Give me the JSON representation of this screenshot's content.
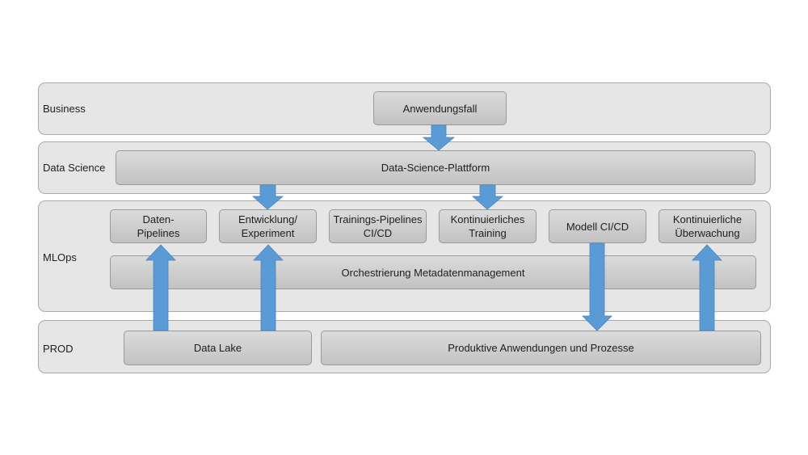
{
  "bands": {
    "business": "Business",
    "data_science": "Data Science",
    "mlops": "MLOps",
    "prod": "PROD"
  },
  "boxes": {
    "anwendungsfall": "Anwendungsfall",
    "ds_plattform": "Data-Science-Plattform",
    "daten_pipelines": "Daten-\nPipelines",
    "entwicklung": "Entwicklung/\nExperiment",
    "training_pipelines": "Trainings-Pipelines\nCI/CD",
    "kont_training": "Kontinuierliches\nTraining",
    "modell_cicd": "Modell CI/CD",
    "kont_ueberwachung": "Kontinuierliche\nÜberwachung",
    "orchestrierung": "Orchestrierung Metadatenmanagement",
    "data_lake": "Data Lake",
    "produktive": "Produktive Anwendungen und Prozesse"
  },
  "colors": {
    "arrow": "#5b9bd5",
    "band": "#e7e6e7"
  }
}
